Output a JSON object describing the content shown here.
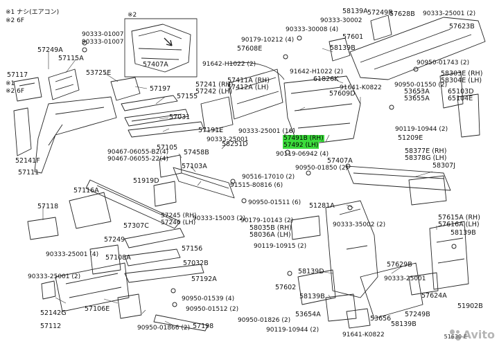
{
  "notes": [
    "※1 ナシ(エアコン)",
    "※2 6F",
    "※2"
  ],
  "labels": [
    "90333-01007",
    "90333-01007",
    "57249A",
    "57115A",
    "57117",
    "※1",
    "※2 6F",
    "53725E",
    "57407A",
    "57197",
    "57155",
    "57031",
    "52141F",
    "57111",
    "57191E",
    "90333-25001",
    "57105",
    "90467-06055-B2(4)",
    "90467-06055-22(4)",
    "57458B",
    "58251D",
    "57103A",
    "51919D",
    "57116A",
    "57118",
    "57245 (RH)",
    "57246 (LH)",
    "57307C",
    "90333-15003 (2)",
    "57249",
    "57156",
    "90333-25001 (4)",
    "57108A",
    "57032B",
    "90333-25001 (2)",
    "57192A",
    "90950-01539 (4)",
    "90950-01512 (2)",
    "57106E",
    "52142G",
    "57112",
    "90950-01866 (2)",
    "57198",
    "58139A",
    "57249B",
    "57628B",
    "90333-25001 (2)",
    "90333-30002",
    "57623B",
    "90333-30008 (4)",
    "57601",
    "90179-10212 (4)",
    "57608E",
    "58139B",
    "90950-01743 (2)",
    "91642-H1022 (2)",
    "91642-H1022 (2)",
    "58303E (RH)",
    "58304E (LH)",
    "57411A (RH)",
    "57412A (LH)",
    "57241 (RH)",
    "57242 (LH)",
    "61826K",
    "91641-K0822",
    "90950-01550 (2)",
    "53653A",
    "65103D",
    "57609D",
    "53655A",
    "65104E",
    "90119-10944 (2)",
    "90333-25001 (16)",
    "57491B (RH)",
    "57492 (LH)",
    "51209E",
    "58377E (RH)",
    "58378G (LH)",
    "90119-06942 (4)",
    "57407A",
    "58307J",
    "90950-01850 (2)",
    "90516-17010 (2)",
    "91515-80816 (6)",
    "90950-01511 (6)",
    "51281A",
    "90179-10143 (2)",
    "58035B (RH)",
    "58036A (LH)",
    "90333-35002 (2)",
    "57615A (RH)",
    "57616A (LH)",
    "58139B",
    "90119-10915 (2)",
    "57629B",
    "58139D",
    "90333-25001",
    "57602",
    "58139B",
    "57624A",
    "51902B",
    "53654A",
    "57249B",
    "90950-01826 (2)",
    "53656",
    "58139B",
    "90119-10944 (2)",
    "91641-K0822"
  ],
  "diagram_code": "51630-E",
  "watermark": "Avito"
}
